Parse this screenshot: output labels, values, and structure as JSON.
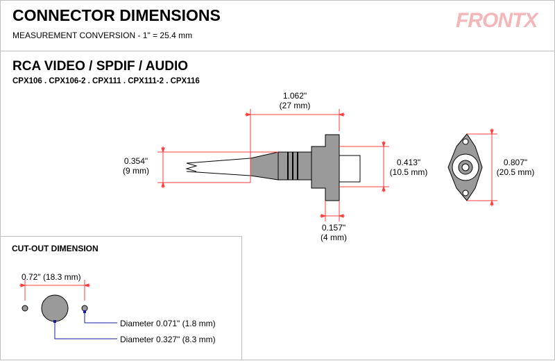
{
  "header": {
    "title": "CONNECTOR DIMENSIONS",
    "subtitle": "MEASUREMENT CONVERSION - 1\" = 25.4 mm",
    "logo": "FRONTX"
  },
  "section": {
    "title": "RCA VIDEO / SPDIF / AUDIO",
    "models": "CPX106 . CPX106-2 . CPX111 . CPX111-2 . CPX116"
  },
  "dimensions": {
    "overall_length": {
      "inch": "1.062\"",
      "mm": "(27 mm)"
    },
    "cable_diameter": {
      "inch": "0.354\"",
      "mm": "(9 mm)"
    },
    "socket_diameter": {
      "inch": "0.413\"",
      "mm": "(10.5 mm)"
    },
    "flange_thickness": {
      "inch": "0.157\"",
      "mm": "(4 mm)"
    },
    "flange_height": {
      "inch": "0.807\"",
      "mm": "(20.5 mm)"
    }
  },
  "cutout": {
    "title": "CUT-OUT DIMENSION",
    "spacing": "0.72\" (18.3 mm)",
    "small_hole": "Diameter 0.071\" (1.8 mm)",
    "large_hole": "Diameter 0.327\" (8.3 mm)"
  },
  "colors": {
    "dimension_line": "#ff3b3b",
    "leader_line": "#1a1aa0",
    "logo": "#f4b7b9",
    "border": "#bdbdbd",
    "part_fill": "#9a9a9a"
  }
}
